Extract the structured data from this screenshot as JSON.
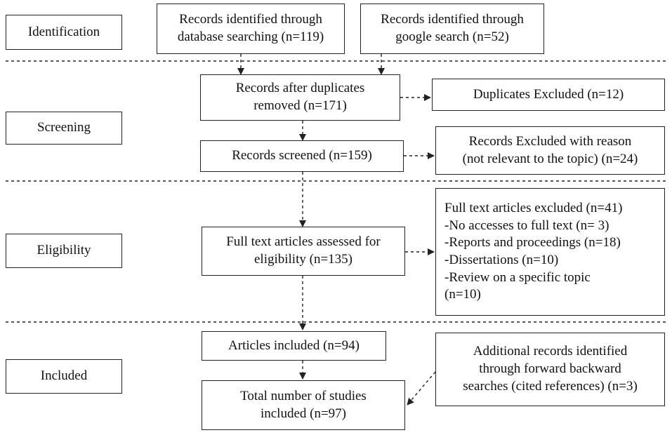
{
  "stages": {
    "identification": "Identification",
    "screening": "Screening",
    "eligibility": "Eligibility",
    "included": "Included"
  },
  "boxes": {
    "database_search": [
      "Records identified through",
      "database searching (n=119)"
    ],
    "google_search": [
      "Records identified through",
      "google search (n=52)"
    ],
    "after_duplicates": [
      "Records after duplicates",
      "removed (n=171)"
    ],
    "duplicates_excluded": [
      "Duplicates Excluded (n=12)"
    ],
    "records_screened": [
      "Records screened (n=159)"
    ],
    "excluded_reason": [
      "Records Excluded with reason",
      "(not relevant to the topic) (n=24)"
    ],
    "full_text_assessed": [
      "Full text articles assessed for",
      "eligibility (n=135)"
    ],
    "full_text_excluded": [
      "Full text articles excluded (n=41)",
      "-No accesses to full text (n= 3)",
      "-Reports and proceedings (n=18)",
      "-Dissertations (n=10)",
      "-Review on a specific topic",
      "(n=10)"
    ],
    "articles_included": [
      "Articles included (n=94)"
    ],
    "additional_records": [
      "Additional records identified",
      "through forward backward",
      "searches (cited references) (n=3)"
    ],
    "total_included": [
      "Total number of studies",
      "included (n=97)"
    ]
  }
}
